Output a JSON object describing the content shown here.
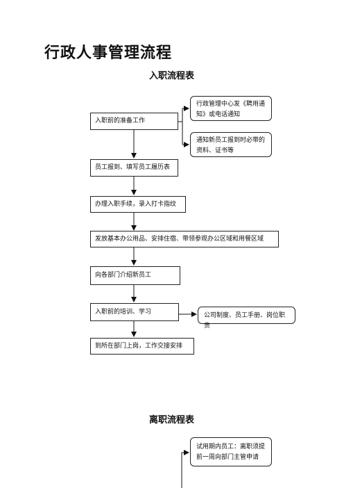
{
  "page": {
    "title": "行政人事管理流程"
  },
  "onboarding": {
    "heading": "入职流程表",
    "steps": [
      "入职前的准备工作",
      "员工报到、填写员工履历表",
      "办理入职手续，录入打卡指纹",
      "发放基本办公用品、安排住宿、带领参观办公区域和用餐区域",
      "向各部门介绍新员工",
      "入职前的培训、学习",
      "到所在部门上岗，工作交接安排"
    ],
    "notes": [
      "行政管理中心发《聘用通知》或电话通知",
      "通知新员工报到时必带的资料、证书等",
      "公司制度、员工手册、岗位职责"
    ]
  },
  "resignation": {
    "heading": "离职流程表",
    "notes": [
      "试用期内员工：离职须提前一周向部门主管申请"
    ]
  }
}
